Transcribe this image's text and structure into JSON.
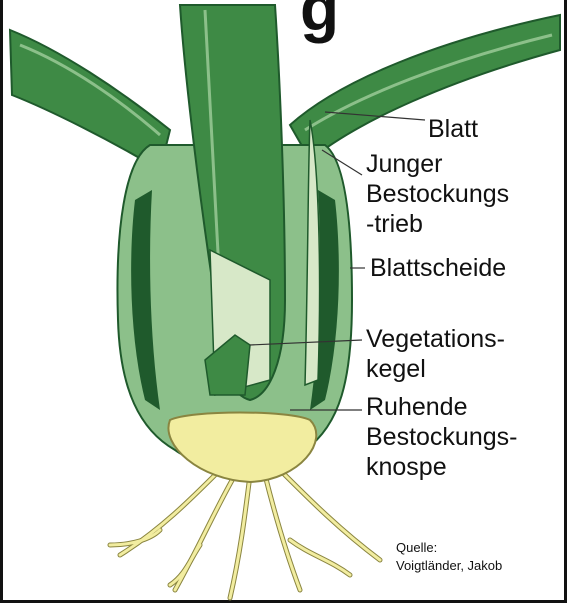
{
  "title_fragment": "g",
  "labels": {
    "blatt": "Blatt",
    "junger_1": "Junger",
    "junger_2": "Bestockungs",
    "junger_3": "-trieb",
    "blattscheide": "Blattscheide",
    "vegetation_1": "Vegetations-",
    "vegetation_2": "kegel",
    "ruhende_1": "Ruhende",
    "ruhende_2": "Bestockungs-",
    "ruhende_3": "knospe"
  },
  "source": {
    "line1": "Quelle:",
    "line2": "Voigtländer, Jakob"
  },
  "colors": {
    "leaf_dark": "#1f5a2c",
    "leaf_mid": "#3e8a45",
    "leaf_light": "#8cc08a",
    "sheath_pale": "#d7e8c8",
    "root_yellow": "#f2eda0",
    "root_outline": "#8a8540"
  }
}
